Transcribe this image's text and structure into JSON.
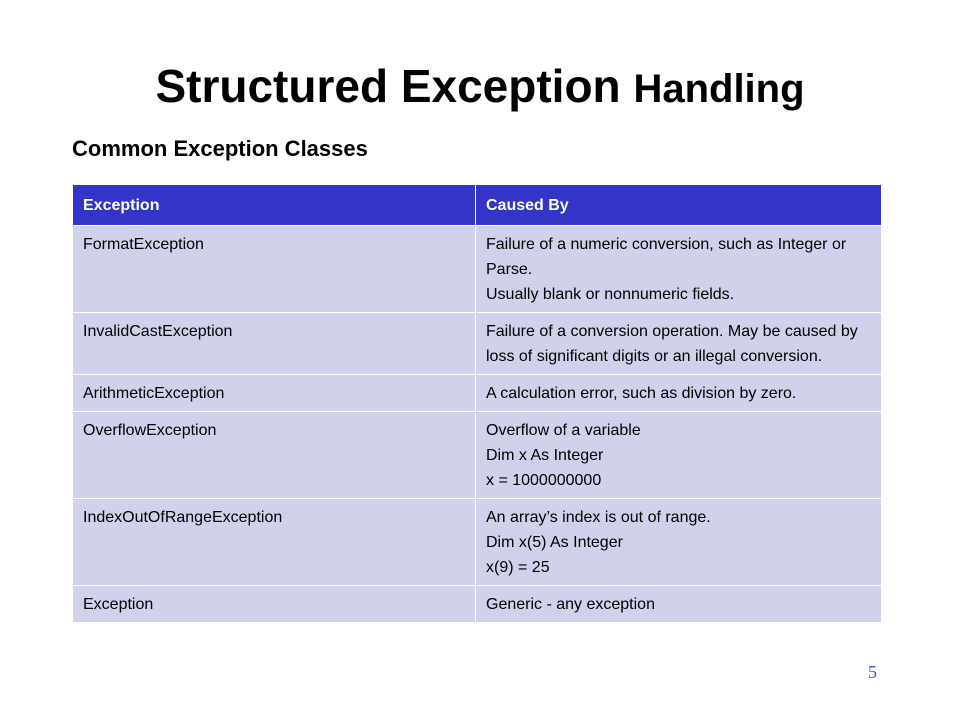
{
  "title": {
    "part1": "Structured  Exception ",
    "part2": "Handling"
  },
  "subtitle": "Common  Exception Classes",
  "table": {
    "headers": [
      "Exception",
      "Caused By"
    ],
    "rows": [
      {
        "name": "FormatException",
        "cause": [
          "Failure of a numeric conversion, such as Integer or Parse.",
          "Usually blank or nonnumeric fields."
        ]
      },
      {
        "name": "InvalidCastException",
        "cause": [
          "Failure of a conversion operation. May be caused by loss of significant digits or an illegal conversion."
        ]
      },
      {
        "name": "ArithmeticException",
        "cause": [
          "A calculation error, such as division by zero."
        ]
      },
      {
        "name": "OverflowException",
        "cause": [
          "Overflow of a variable",
          "Dim x As Integer",
          "x = 1000000000"
        ]
      },
      {
        "name": "IndexOutOfRangeException",
        "cause": [
          "An array’s index is out of range.",
          "Dim x(5) As Integer",
          "x(9) = 25"
        ]
      },
      {
        "name": "Exception",
        "cause": [
          "Generic - any exception"
        ]
      }
    ]
  },
  "page_number": "5",
  "colors": {
    "header_bg": "#3434c8",
    "row_bg": "#d0d1ea",
    "page_number": "#3a55c8"
  }
}
